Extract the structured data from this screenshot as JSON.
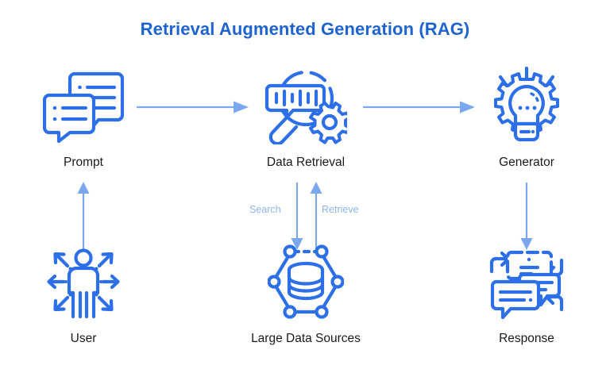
{
  "title": "Retrieval Augmented Generation (RAG)",
  "colors": {
    "title": "#1E63D0",
    "icon_stroke": "#2D6FE8",
    "arrow": "#7AA7ED",
    "edge_label": "#8FB4EE",
    "node_label": "#1A1A1A",
    "background": "#FFFFFF"
  },
  "nodes": [
    {
      "id": "prompt",
      "label": "Prompt",
      "icon": "chat-bubbles-icon"
    },
    {
      "id": "retrieval",
      "label": "Data Retrieval",
      "icon": "magnifier-gear-icon"
    },
    {
      "id": "generator",
      "label": "Generator",
      "icon": "lightbulb-gear-icon"
    },
    {
      "id": "user",
      "label": "User",
      "icon": "person-arrows-icon"
    },
    {
      "id": "sources",
      "label": "Large Data Sources",
      "icon": "database-network-icon"
    },
    {
      "id": "response",
      "label": "Response",
      "icon": "chat-reply-icon"
    }
  ],
  "edges": [
    {
      "id": "user-to-prompt",
      "label": "",
      "direction": "up"
    },
    {
      "id": "prompt-to-retrieval",
      "label": "",
      "direction": "right"
    },
    {
      "id": "retrieval-to-generator",
      "label": "",
      "direction": "right"
    },
    {
      "id": "retrieval-to-sources",
      "label": "Search",
      "direction": "down"
    },
    {
      "id": "sources-to-retrieval",
      "label": "Retrieve",
      "direction": "up"
    },
    {
      "id": "generator-to-response",
      "label": "",
      "direction": "down"
    }
  ],
  "edge_labels": {
    "search": "Search",
    "retrieve": "Retrieve"
  }
}
